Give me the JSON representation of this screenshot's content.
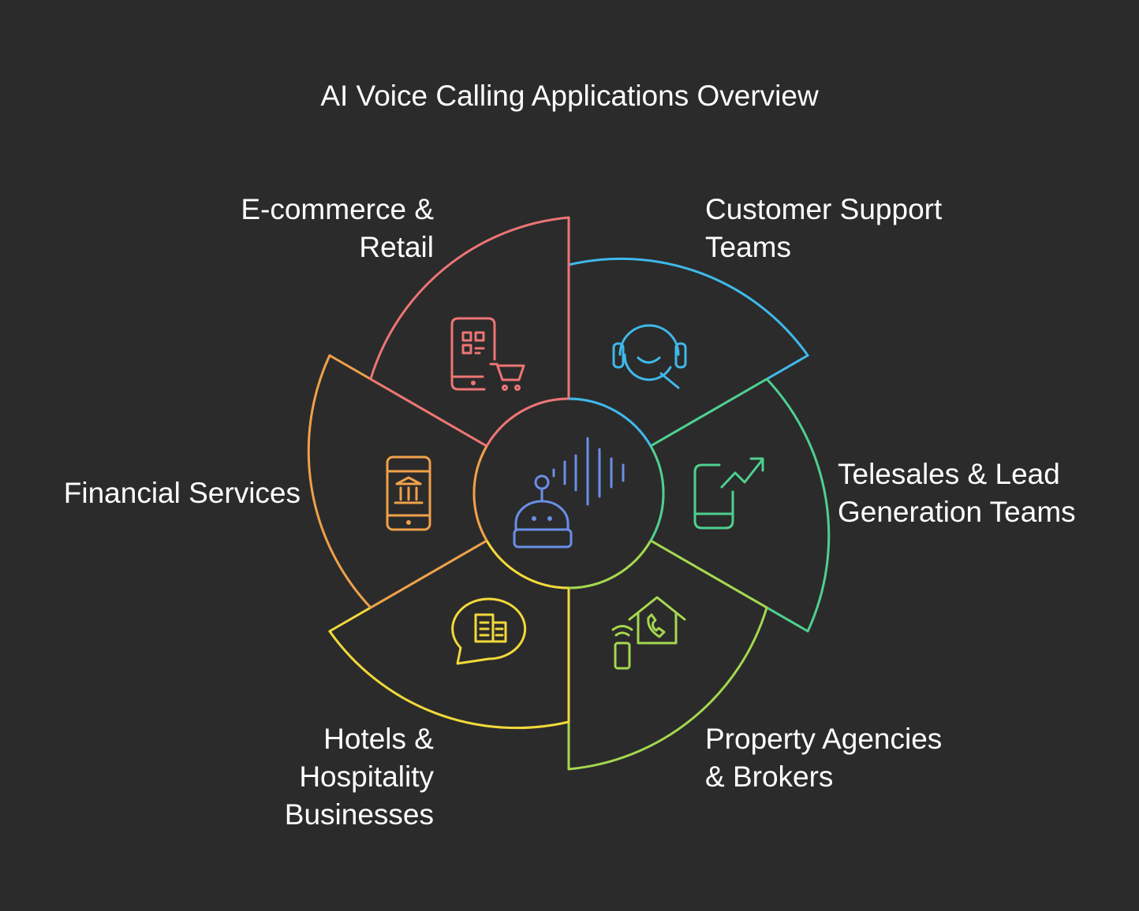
{
  "title": "AI Voice Calling Applications Overview",
  "center": {
    "icons": [
      "robot-icon",
      "sound-wave-icon"
    ],
    "color": "#6a8fe8"
  },
  "segments": [
    {
      "id": "customer-support",
      "lines": [
        "Customer Support",
        "Teams"
      ],
      "color": "#3fb9ea",
      "icon": "headset-agent-icon"
    },
    {
      "id": "telesales",
      "lines": [
        "Telesales & Lead",
        "Generation Teams"
      ],
      "color": "#4fd08f",
      "icon": "phone-growth-icon"
    },
    {
      "id": "property",
      "lines": [
        "Property Agencies",
        "& Brokers"
      ],
      "color": "#a5d84f",
      "icon": "house-call-icon"
    },
    {
      "id": "hotels",
      "lines": [
        "Hotels &",
        "Hospitality",
        "Businesses"
      ],
      "color": "#f2d93a",
      "icon": "hotel-chat-icon"
    },
    {
      "id": "financial",
      "lines": [
        "Financial Services"
      ],
      "color": "#f0a14a",
      "icon": "mobile-bank-icon"
    },
    {
      "id": "ecommerce",
      "lines": [
        "E-commerce &",
        "Retail"
      ],
      "color": "#ee7575",
      "icon": "mobile-qr-cart-icon"
    }
  ]
}
